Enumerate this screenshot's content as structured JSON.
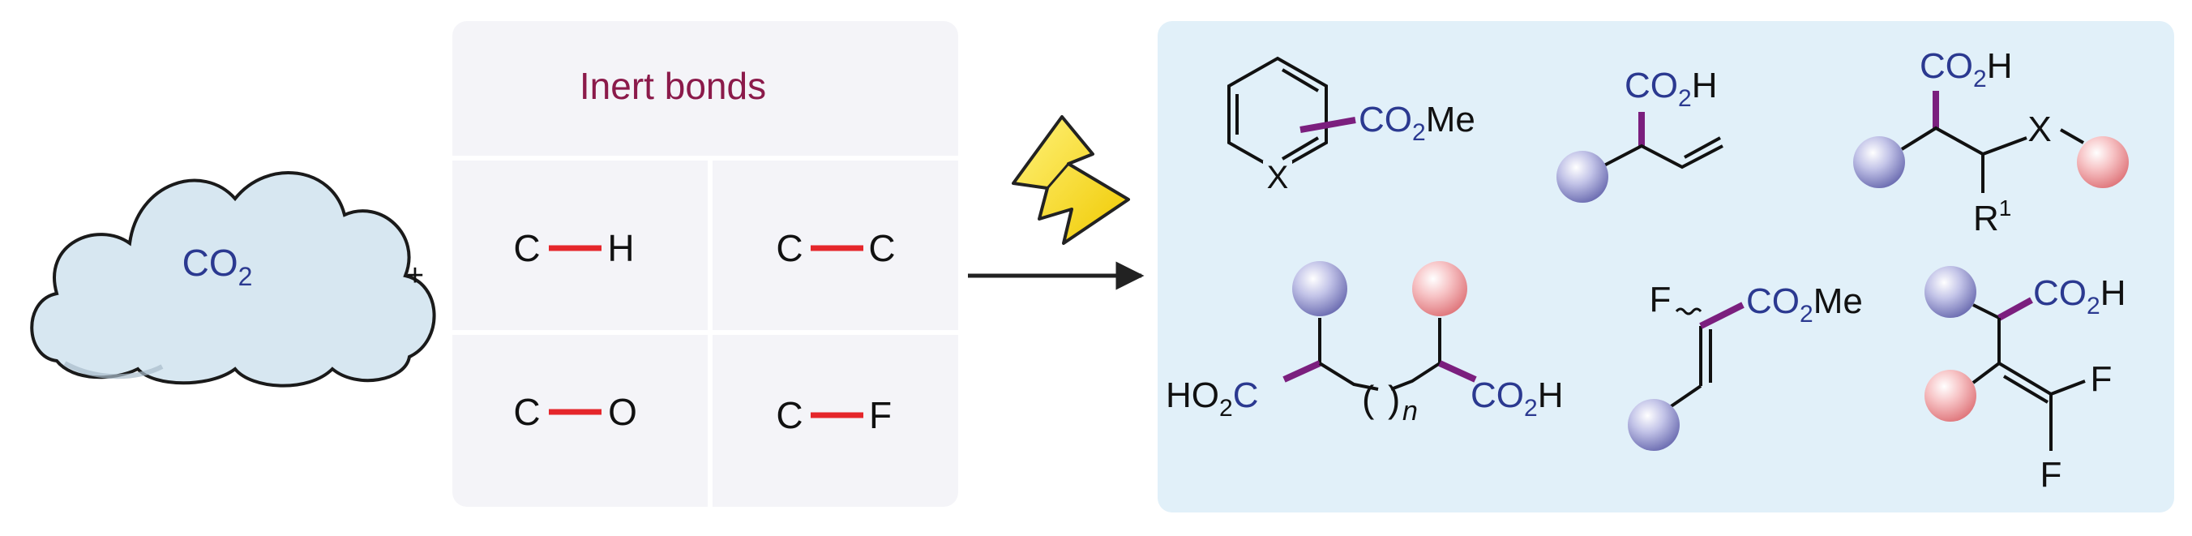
{
  "cloud": {
    "label": "CO",
    "sub": "2"
  },
  "plus": "+",
  "inert_panel": {
    "title": "Inert bonds",
    "bonds": [
      {
        "left": "C",
        "right": "H"
      },
      {
        "left": "C",
        "right": "C"
      },
      {
        "left": "C",
        "right": "O"
      },
      {
        "left": "C",
        "right": "F"
      }
    ]
  },
  "products": {
    "p1": {
      "ring_atom": "X",
      "group_a": "CO",
      "group_sub": "2",
      "group_b": "Me"
    },
    "p2": {
      "group_a": "CO",
      "group_sub": "2",
      "group_b": "H"
    },
    "p3": {
      "group_a": "CO",
      "group_sub": "2",
      "group_b": "H",
      "x_atom": "X",
      "r_label": "R",
      "r_sup": "1"
    },
    "p4": {
      "left_a": "HO",
      "left_sub": "2",
      "left_b": "C",
      "bracket_open": "(",
      "bracket_close": ")",
      "n_label": "n",
      "right_a": "CO",
      "right_sub": "2",
      "right_b": "H"
    },
    "p5": {
      "f_label": "F",
      "group_a": "CO",
      "group_sub": "2",
      "group_b": "Me"
    },
    "p6": {
      "group_a": "CO",
      "group_sub": "2",
      "group_b": "H",
      "f1": "F",
      "f2": "F"
    }
  },
  "colors": {
    "bond_red": "#e5262b",
    "bond_purple": "#7b1f7e",
    "text_blue": "#2b3990",
    "title_maroon": "#8b1a4a",
    "panel_bg": "#f4f4f8",
    "product_bg": "#e1f0f9",
    "cloud_fill": "#d7e7f1"
  }
}
